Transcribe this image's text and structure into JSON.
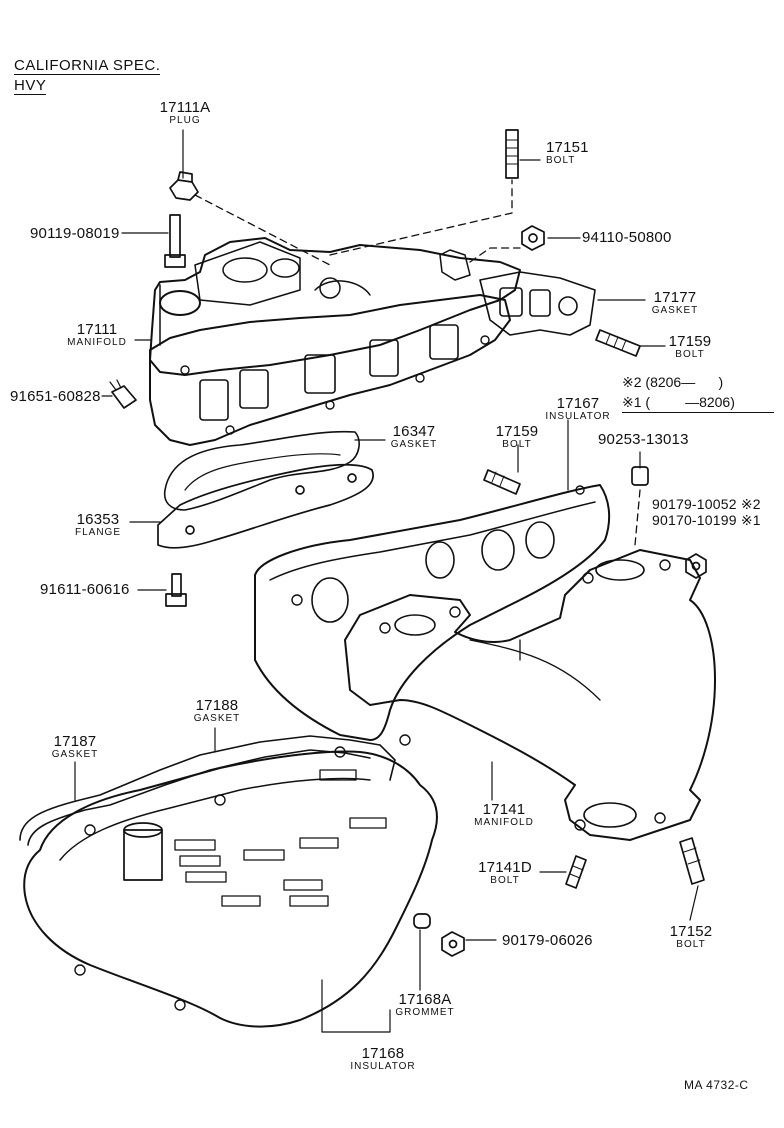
{
  "header": {
    "spec": "CALIFORNIA SPEC.",
    "variant": "HVY"
  },
  "date_codes": {
    "row_2": "※2 (8206—      )",
    "row_1": "※1 (         —8206)"
  },
  "parts": {
    "p17111A": {
      "number": "17111A",
      "name": "PLUG"
    },
    "p17151": {
      "number": "17151",
      "name": "BOLT"
    },
    "p90119": {
      "number": "90119-08019"
    },
    "p94110": {
      "number": "94110-50800"
    },
    "p17177": {
      "number": "17177",
      "name": "GASKET"
    },
    "p17111": {
      "number": "17111",
      "name": "MANIFOLD"
    },
    "p17159a": {
      "number": "17159",
      "name": "BOLT"
    },
    "p91651": {
      "number": "91651-60828"
    },
    "p17167": {
      "number": "17167",
      "name": "INSULATOR"
    },
    "p16347": {
      "number": "16347",
      "name": "GASKET"
    },
    "p17159b": {
      "number": "17159",
      "name": "BOLT"
    },
    "p90253": {
      "number": "90253-13013"
    },
    "p90179a": {
      "number": "90179-10052 ※2"
    },
    "p90170": {
      "number": "90170-10199 ※1"
    },
    "p16353": {
      "number": "16353",
      "name": "FLANGE"
    },
    "p91611": {
      "number": "91611-60616"
    },
    "p17188": {
      "number": "17188",
      "name": "GASKET"
    },
    "p17187": {
      "number": "17187",
      "name": "GASKET"
    },
    "p17141": {
      "number": "17141",
      "name": "MANIFOLD"
    },
    "p17141D": {
      "number": "17141D",
      "name": "BOLT"
    },
    "p90179b": {
      "number": "90179-06026"
    },
    "p17152": {
      "number": "17152",
      "name": "BOLT"
    },
    "p17168A": {
      "number": "17168A",
      "name": "GROMMET"
    },
    "p17168": {
      "number": "17168",
      "name": "INSULATOR"
    }
  },
  "reference": "MA  4732-C",
  "colors": {
    "ink": "#111111",
    "paper": "#ffffff"
  }
}
